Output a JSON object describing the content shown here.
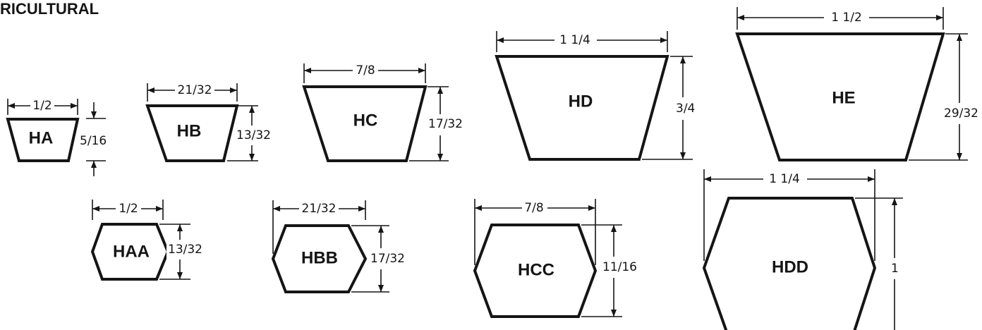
{
  "heading": "RICULTURAL",
  "belts": {
    "HA": {
      "label": "HA",
      "width": "1/2",
      "height": "5/16"
    },
    "HB": {
      "label": "HB",
      "width": "21/32",
      "height": "13/32"
    },
    "HC": {
      "label": "HC",
      "width": "7/8",
      "height": "17/32"
    },
    "HD": {
      "label": "HD",
      "width": "1 1/4",
      "height": "3/4"
    },
    "HE": {
      "label": "HE",
      "width": "1 1/2",
      "height": "29/32"
    },
    "HAA": {
      "label": "HAA",
      "width": "1/2",
      "height": "13/32"
    },
    "HBB": {
      "label": "HBB",
      "width": "21/32",
      "height": "17/32"
    },
    "HCC": {
      "label": "HCC",
      "width": "7/8",
      "height": "11/16"
    },
    "HDD": {
      "label": "HDD",
      "width": "1 1/4",
      "height": "1"
    }
  }
}
